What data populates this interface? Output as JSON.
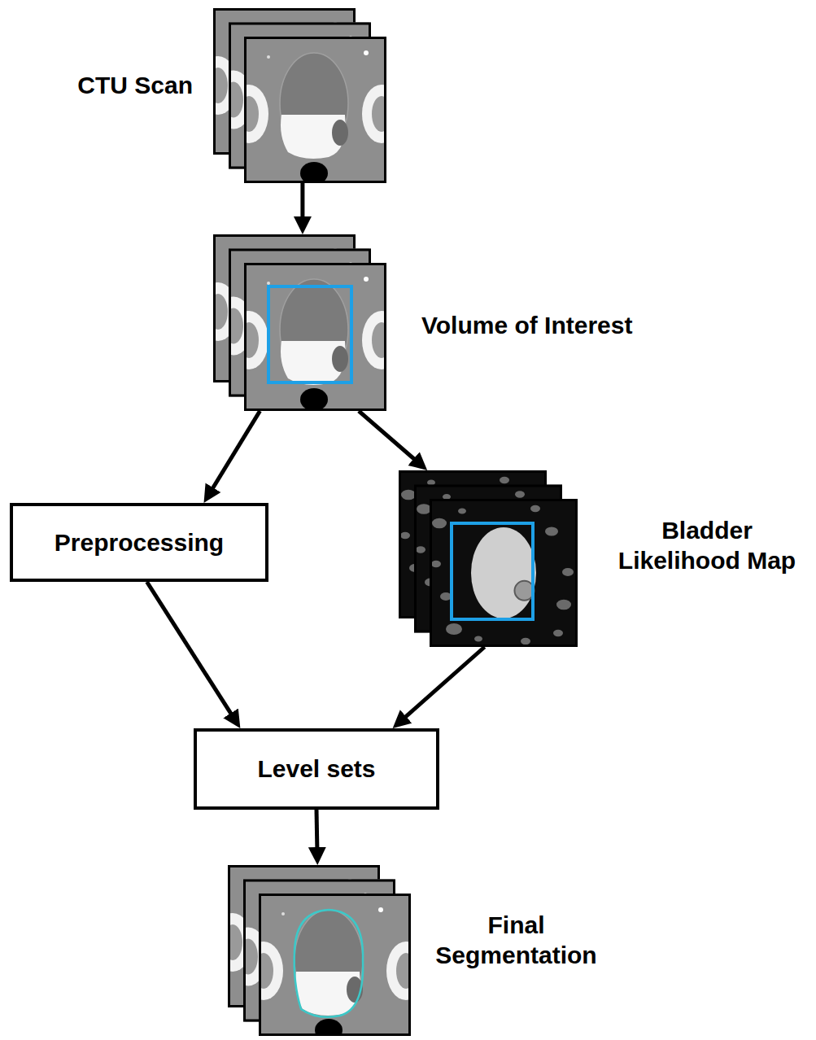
{
  "diagram": {
    "nodes": [
      {
        "text": [
          "CTU Scan"
        ]
      },
      {
        "text": [
          "Volume of Interest"
        ]
      },
      {
        "text": [
          "Preprocessing"
        ]
      },
      {
        "text": [
          "Bladder Likelihood Map"
        ]
      },
      {
        "text": [
          "Level sets"
        ]
      },
      {
        "text": [
          "Final Segmentation"
        ]
      }
    ],
    "edges": [
      {
        "from": 0,
        "to": 1,
        "arrow": "to"
      },
      {
        "from": 1,
        "to": 2,
        "arrow": "to"
      },
      {
        "from": 1,
        "to": 3,
        "arrow": "to"
      },
      {
        "from": 2,
        "to": 4,
        "arrow": "to"
      },
      {
        "from": 3,
        "to": 4,
        "arrow": "to"
      },
      {
        "from": 4,
        "to": 5,
        "arrow": "to"
      }
    ]
  }
}
